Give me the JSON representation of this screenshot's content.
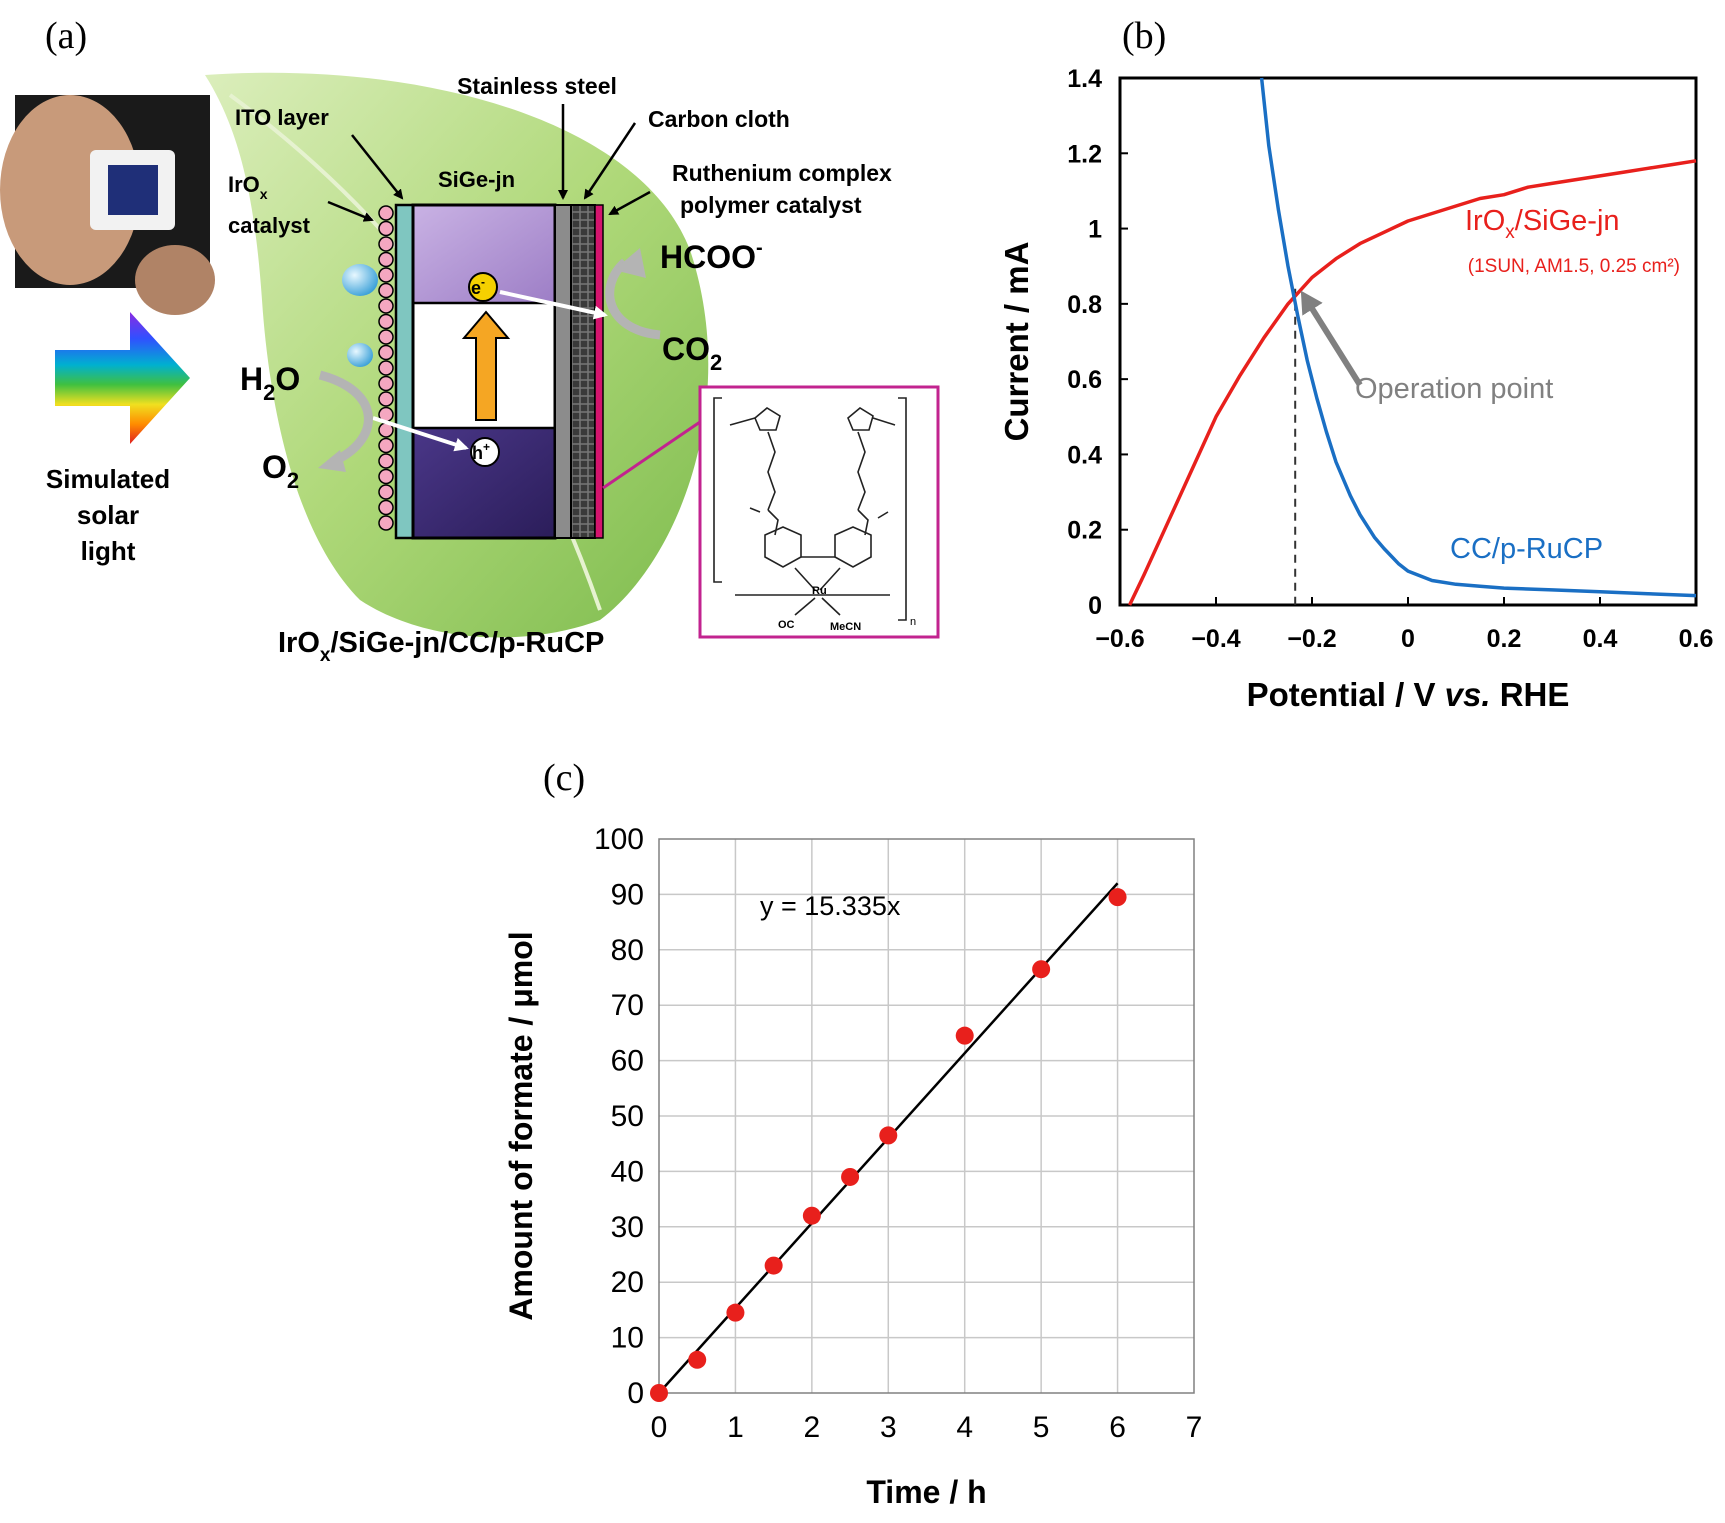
{
  "panel_a": {
    "panel_label": "(a)",
    "labels": {
      "ito_layer": "ITO layer",
      "stainless_steel": "Stainless steel",
      "carbon_cloth": "Carbon cloth",
      "sige_jn": "SiGe-jn",
      "irox_catalyst_main": "IrO",
      "irox_catalyst_sub": "x",
      "irox_catalyst_line2": "catalyst",
      "ruthenium_line1": "Ruthenium complex",
      "ruthenium_line2": "polymer catalyst",
      "hcoo_main": "HCOO",
      "hcoo_sup": "-",
      "co2_main": "CO",
      "co2_sub": "2",
      "h2o_h": "H",
      "h2o_sub": "2",
      "h2o_o": "O",
      "o2_main": "O",
      "o2_sub": "2",
      "electron": "e",
      "electron_sup": "-",
      "hole": "h",
      "hole_sup": "+",
      "light_line1": "Simulated",
      "light_line2": "solar",
      "light_line3": "light",
      "device_main1": "IrO",
      "device_sub": "x",
      "device_main2": "/SiGe-jn/CC/p-RuCP",
      "chem_ru": "Ru",
      "chem_oc": "OC",
      "chem_mecn": "MeCN",
      "chem_n": "n"
    },
    "colors": {
      "leaf": "#8cc63f",
      "leaf_light": "#c8e39b",
      "sige_top": "#b79ad6",
      "sige_bottom": "#3b2a6e",
      "ito": "#7fc6c0",
      "irox_beads": "#f4a7c0",
      "carbon_cloth": "#555555",
      "ru_layer": "#d4146e",
      "arrow_orange": "#f5a623",
      "electron_yellow": "#f5d000",
      "inset_border": "#c2238f"
    }
  },
  "panel_b": {
    "panel_label": "(b)",
    "series_labels": {
      "irox_main": "IrO",
      "irox_sub": "x",
      "irox_rest": "/SiGe-jn",
      "irox_conditions": "(1SUN, AM1.5, 0.25 cm²)",
      "cc_label": "CC/p-RuCP"
    },
    "annotation": "Operation point",
    "colors": {
      "irox": "#e8201c",
      "cc": "#1a6fc4",
      "operation": "#808080"
    }
  },
  "panel_c": {
    "panel_label": "(c)",
    "equation": "y = 15.335x",
    "colors": {
      "points": "#e8201c",
      "fit": "#000000",
      "grid": "#c8c8c8"
    }
  },
  "chart_data": [
    {
      "type": "line",
      "xlabel": "Potential / V vs. RHE",
      "xlabel_main": "Potential / V ",
      "xlabel_italic": "vs.",
      "xlabel_tail": " RHE",
      "ylabel": "Current / mA",
      "xlim": [
        -0.6,
        0.6
      ],
      "ylim": [
        0,
        1.4
      ],
      "xticks": [
        -0.6,
        -0.4,
        -0.2,
        0,
        0.2,
        0.4,
        0.6
      ],
      "xtick_labels": [
        "−0.6",
        "−0.4",
        "−0.2",
        "0",
        "0.2",
        "0.4",
        "0.6"
      ],
      "yticks": [
        0,
        0.2,
        0.4,
        0.6,
        0.8,
        1,
        1.2,
        1.4
      ],
      "ytick_labels": [
        "0",
        "0.2",
        "0.4",
        "0.6",
        "0.8",
        "1",
        "1.2",
        "1.4"
      ],
      "grid": false,
      "operation_point": {
        "x": -0.235,
        "y": 0.84
      },
      "series": [
        {
          "name": "IrOx/SiGe-jn",
          "x": [
            -0.58,
            -0.55,
            -0.5,
            -0.45,
            -0.4,
            -0.35,
            -0.3,
            -0.25,
            -0.2,
            -0.15,
            -0.1,
            -0.05,
            0,
            0.05,
            0.1,
            0.15,
            0.2,
            0.25,
            0.3,
            0.35,
            0.4,
            0.45,
            0.5,
            0.55,
            0.6
          ],
          "y": [
            0,
            0.08,
            0.22,
            0.36,
            0.5,
            0.61,
            0.71,
            0.8,
            0.87,
            0.92,
            0.96,
            0.99,
            1.02,
            1.04,
            1.06,
            1.08,
            1.09,
            1.11,
            1.12,
            1.13,
            1.14,
            1.15,
            1.16,
            1.17,
            1.18
          ]
        },
        {
          "name": "CC/p-RuCP",
          "x": [
            -0.305,
            -0.29,
            -0.27,
            -0.25,
            -0.23,
            -0.21,
            -0.19,
            -0.17,
            -0.15,
            -0.12,
            -0.1,
            -0.07,
            -0.05,
            -0.02,
            0,
            0.05,
            0.1,
            0.15,
            0.2,
            0.3,
            0.4,
            0.5,
            0.6
          ],
          "y": [
            1.4,
            1.22,
            1.05,
            0.9,
            0.77,
            0.65,
            0.55,
            0.46,
            0.38,
            0.29,
            0.24,
            0.18,
            0.15,
            0.11,
            0.09,
            0.065,
            0.055,
            0.05,
            0.045,
            0.04,
            0.035,
            0.03,
            0.025
          ]
        }
      ]
    },
    {
      "type": "scatter",
      "xlabel": "Time / h",
      "ylabel": "Amount of formate / μmol",
      "xlim": [
        0,
        7
      ],
      "ylim": [
        0,
        100
      ],
      "xticks": [
        0,
        1,
        2,
        3,
        4,
        5,
        6,
        7
      ],
      "yticks": [
        0,
        10,
        20,
        30,
        40,
        50,
        60,
        70,
        80,
        90,
        100
      ],
      "grid": true,
      "series": [
        {
          "name": "",
          "x": [
            0,
            0.5,
            1,
            1.5,
            2,
            2.5,
            3,
            4,
            5,
            6
          ],
          "y": [
            0,
            6,
            14.5,
            23,
            32,
            39,
            46.5,
            64.5,
            76.5,
            89.5
          ]
        }
      ],
      "fit": {
        "slope": 15.335,
        "x": [
          0,
          6
        ]
      }
    }
  ]
}
